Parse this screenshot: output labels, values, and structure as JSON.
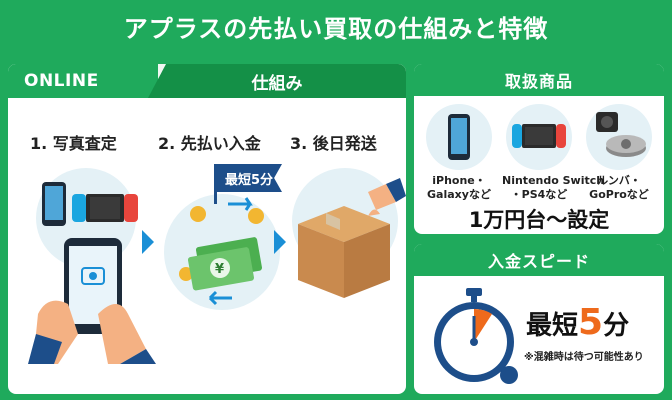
{
  "title": "アプラスの先払い買取の仕組みと特徴",
  "left": {
    "tab_online": "ONLINE",
    "tab_mechanism": "仕組み",
    "steps": [
      {
        "label": "1. 写真査定"
      },
      {
        "label": "2. 先払い入金"
      },
      {
        "label": "3. 後日発送"
      }
    ],
    "badge": "最短5分"
  },
  "products": {
    "header": "取扱商品",
    "items": [
      {
        "line1": "iPhone・",
        "line2": "Galaxyなど"
      },
      {
        "line1": "Nintendo Switch",
        "line2": "・PS4など"
      },
      {
        "line1": "ルンバ・",
        "line2": "GoProなど"
      }
    ],
    "price": "1万円台〜設定"
  },
  "speed": {
    "header": "入金スピード",
    "prefix": "最短",
    "number": "5",
    "unit": "分",
    "note": "※混雑時は待つ可能性あり"
  },
  "colors": {
    "brand_green": "#1faa5c",
    "dark_green": "#149047",
    "accent_orange": "#ee6a1c",
    "arrow_blue": "#1a8fd6",
    "navy": "#1d4e8a"
  }
}
